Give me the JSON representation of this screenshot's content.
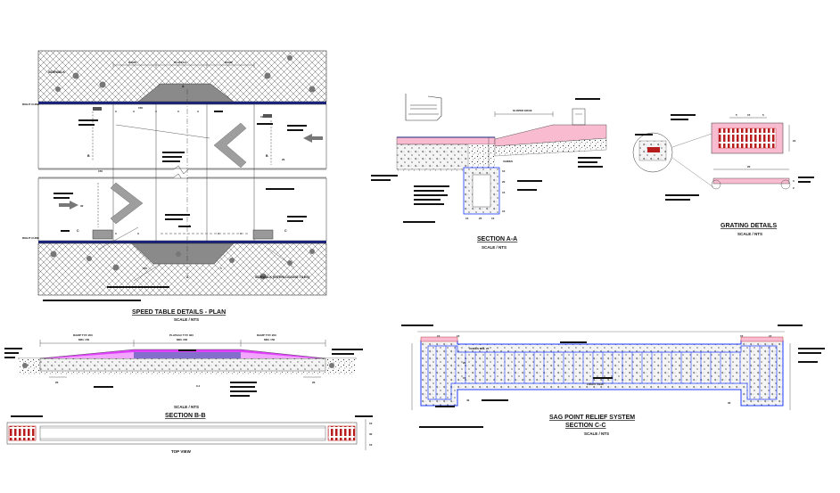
{
  "plan": {
    "sidewalk_top": "SIDEWALK",
    "sidewalk_bottom": "SIDEWALK (INTERLOCKING TILES)",
    "right_curb_top": "RIGHT CURB",
    "right_curb_bottom": "RIGHT CURB",
    "dim_ramp_left": "RAMP",
    "dim_plateau": "PLATEAU",
    "dim_ramp_right": "RAMP",
    "dim_150_top": "150",
    "dim_150_mid": "150",
    "dim_30": "30",
    "dim_20": "20",
    "dim_10": "10",
    "dim_150_bottom": "150",
    "dim_5": "5",
    "mark_a_top": "A",
    "mark_a_mid": "A",
    "mark_a_bottom": "A",
    "mark_b_top": "B",
    "mark_b_right": "B",
    "mark_c_left": "C",
    "mark_c_right": "C",
    "title": "SPEED TABLE DETAILS - PLAN",
    "scale": "SCALE / NTS"
  },
  "section_bb": {
    "dim_ramp_left": "RAMP TYP. 200",
    "dim_ramp_left2": "MIN. 150",
    "dim_plateau": "PLATEAU TYP. 300",
    "dim_plateau2": "MIN. 300",
    "dim_ramp_right": "RAMP TYP. 200",
    "dim_ramp_right2": "MIN. 150",
    "dim_left_small": "20",
    "dim_right_small": "20",
    "dim_center": "0.4",
    "title": "SECTION B-B",
    "scale": "SCALE / NTS"
  },
  "top_view": {
    "label": "TOP VIEW",
    "dim_a": "10",
    "dim_b": "30",
    "dim_c": "10"
  },
  "section_aa": {
    "dim_sloped_edge": "SLOPED EDGE",
    "dim_varies": "VARIES",
    "dim_10": "10",
    "dim_20": "20",
    "dim_15a": "15",
    "dim_15b": "15",
    "dim_15c": "15",
    "dim_25": "25",
    "dim_15d": "15",
    "title": "SECTION A-A",
    "scale": "SCALE / NTS"
  },
  "grating": {
    "dim_5": "5",
    "dim_15": "15",
    "dim_5b": "5",
    "dim_24": "24",
    "dim_20": "20",
    "dim_3": "3",
    "dim_2": "2",
    "title": "GRATING DETAILS",
    "scale": "SCALE / NTS"
  },
  "section_cc": {
    "dim_15a": "15",
    "dim_15b": "15",
    "dim_15c": "15",
    "dim_15d": "15",
    "dim_varies": "VARIES MIN. 25",
    "dim_20": "20",
    "dim_15e": "15",
    "dim_40": "40",
    "dim_35": "35",
    "front_view": "FRONT VIEW",
    "title1": "SAG POINT RELIEF SYSTEM",
    "title2": "SECTION C-C",
    "scale": "SCALE / NTS"
  },
  "colors": {
    "sidewalk_hatch": "#555555",
    "curb_blue": "#1a237e",
    "grate_red": "#b71c1c",
    "ramp_magenta": "#e040fb",
    "rebar_blue": "#1e3cff",
    "plan_gray": "#808080",
    "line": "#111111"
  }
}
